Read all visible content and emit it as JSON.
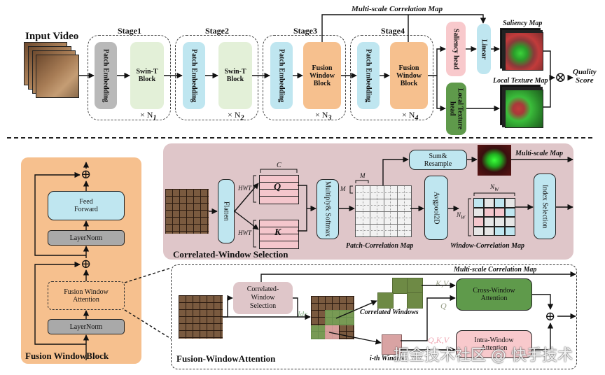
{
  "top": {
    "input_label": "Input Video",
    "stages": [
      {
        "label": "Stage1",
        "embed": "Patch Embedding",
        "block": "Swin-T Block",
        "repeat": "× N",
        "sub": "1"
      },
      {
        "label": "Stage2",
        "embed": "Patch Embedding",
        "block": "Swin-T Block",
        "repeat": "× N",
        "sub": "2"
      },
      {
        "label": "Stage3",
        "embed": "Patch Embedding",
        "block": "Fusion Window Block",
        "repeat": "× N",
        "sub": "3"
      },
      {
        "label": "Stage4",
        "embed": "Patch Embedding",
        "block": "Fusion Window Block",
        "repeat": "× N",
        "sub": "4"
      }
    ],
    "multiscale_label": "Multi-scale Correlation Map",
    "saliency_head": "Saliency head",
    "linear": "Linear",
    "texture_head": "Local Texture head",
    "saliency_map": "Saliency Map",
    "texture_map": "Local Texture Map",
    "quality_score_line1": "Quality",
    "quality_score_line2": "Score",
    "multiply_symbol": "⊗"
  },
  "fwb": {
    "title": "Fusion WindowBlock",
    "feed_forward_1": "Feed",
    "feed_forward_2": "Forward",
    "layernorm_top": "LayerNorm",
    "attention_1": "Fusion Window",
    "attention_2": "Attention",
    "layernorm_bottom": "LayerNorm",
    "add_symbol": "⊕"
  },
  "cws": {
    "title": "Correlated-Window Selection",
    "flatten": "Flatten",
    "q": "Q",
    "k": "K",
    "c": "C",
    "hwt": "HWT",
    "multiply": "Multiply& Softmax",
    "m": "M",
    "patch_map": "Patch-Correlation Map",
    "sum_resample_1": "Sum&",
    "sum_resample_2": "Resample",
    "multiscale_map": "Multi-scale Map",
    "avgpool": "Avgpool2D",
    "nw": "N",
    "nw_sub": "W",
    "window_map": "Window-Correlation  Map",
    "index_selection": "Index Selection",
    "window_grid": [
      [
        "blue",
        "gray",
        "blue",
        "gray"
      ],
      [
        "gray",
        "pink",
        "pink",
        "blue"
      ],
      [
        "pink",
        "gray",
        "gray",
        "gray"
      ],
      [
        "gray",
        "gray",
        "blue",
        "blue"
      ]
    ],
    "colors": {
      "blue": "#bfe6f0",
      "pink": "#f4c6cc",
      "gray": "#e6e6e6"
    }
  },
  "fwa": {
    "title": "Fusion-WindowAttention",
    "cws_1": "Correlated-",
    "cws_2": "Window",
    "cws_3": "Selection",
    "idx": "Idx",
    "multiscale_label": "Multi-scale Correlation Map",
    "correlated_windows": "Correlated Windows",
    "ith_window": "i-th Window",
    "kv": "K,V",
    "q": "Q",
    "qkv": "Q,K,V",
    "cross_1": "Cross-Window",
    "cross_2": "Attention",
    "intra_1": "Intra-Window",
    "intra_2": "Attention",
    "add_symbol": "⊕"
  },
  "watermark": "掘金技术社区 @ 快手技术"
}
